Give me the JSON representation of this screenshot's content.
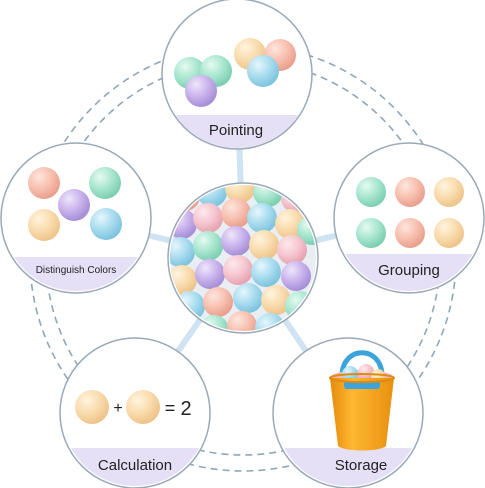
{
  "features": {
    "pointing": {
      "label": "Pointing"
    },
    "grouping": {
      "label": "Grouping"
    },
    "storage": {
      "label": "Storage"
    },
    "calculation": {
      "label": "Calculation",
      "equation": {
        "plus": "+",
        "equals": "=",
        "result": "2"
      }
    },
    "colors": {
      "label": "Distinguish Colors"
    }
  },
  "palette": {
    "ring": "#8fa7b8",
    "spoke": "#c9dff0",
    "band": "#e6e0f6",
    "mint": "#a8e6cf",
    "peach": "#f8c0b0",
    "cream": "#f9dcae",
    "lavender": "#c9b3ec",
    "sky": "#a9dcef",
    "pink": "#f6c6cf",
    "bucket": "#f7a21b",
    "handle": "#3ca4db"
  }
}
